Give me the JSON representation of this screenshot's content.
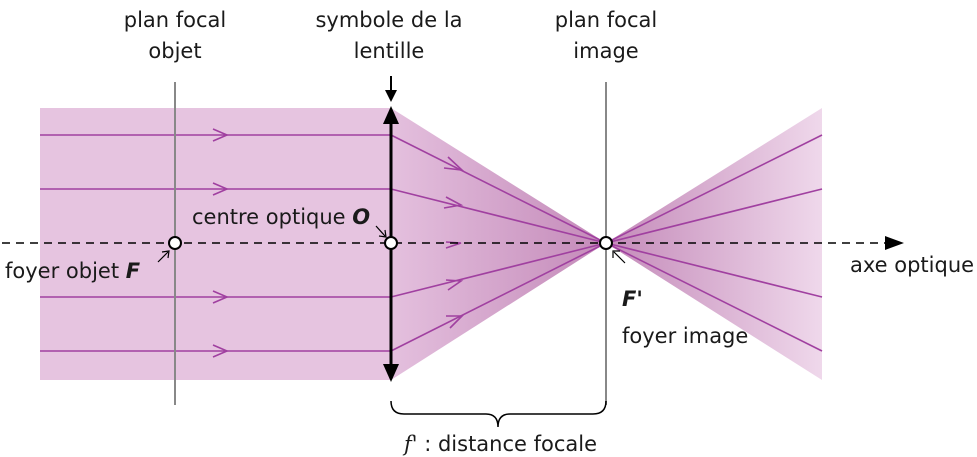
{
  "labels": {
    "plan_focal_objet_1": "plan focal",
    "plan_focal_objet_2": "objet",
    "symbole_lentille_1": "symbole de la",
    "symbole_lentille_2": "lentille",
    "plan_focal_image_1": "plan focal",
    "plan_focal_image_2": "image",
    "centre_optique": "centre optique ",
    "centre_optique_symbol": "O",
    "foyer_objet": "foyer objet ",
    "foyer_objet_symbol": "F",
    "axe_optique": "axe optique",
    "foyer_image_symbol": "F'",
    "foyer_image": "foyer image",
    "focale_symbol": "f'",
    "focale_text": " : distance focale"
  },
  "colors": {
    "beam_fill": "#e6c4e0",
    "beam_dark": "#c98fc0",
    "ray": "#a040a0",
    "plane_line": "#888888",
    "lens": "#000000"
  }
}
